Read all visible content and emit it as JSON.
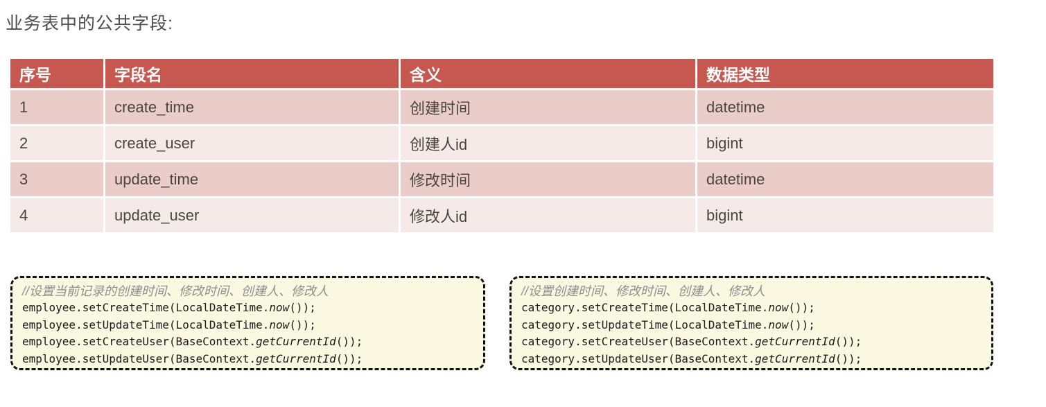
{
  "page": {
    "title": "业务表中的公共字段:"
  },
  "table": {
    "headers": [
      "序号",
      "字段名",
      "含义",
      "数据类型"
    ],
    "rows": [
      [
        "1",
        "create_time",
        "创建时间",
        "datetime"
      ],
      [
        "2",
        "create_user",
        "创建人id",
        "bigint"
      ],
      [
        "3",
        "update_time",
        "修改时间",
        "datetime"
      ],
      [
        "4",
        "update_user",
        "修改人id",
        "bigint"
      ]
    ],
    "colors": {
      "header_bg": "#c6584f",
      "header_text": "#ffffff",
      "row_odd_bg": "#eacdc9",
      "row_even_bg": "#f6eae8",
      "cell_text": "#4a4545"
    }
  },
  "code_boxes": [
    {
      "id": "employee-snippet",
      "comment": "//设置当前记录的创建时间、修改时间、创建人、修改人",
      "lines": [
        [
          {
            "t": "employee.setCreateTime(LocalDateTime."
          },
          {
            "t": "now",
            "i": true
          },
          {
            "t": "());"
          }
        ],
        [
          {
            "t": "employee.setUpdateTime(LocalDateTime."
          },
          {
            "t": "now",
            "i": true
          },
          {
            "t": "());"
          }
        ],
        [
          {
            "t": "employee.setCreateUser(BaseContext."
          },
          {
            "t": "getCurrentId",
            "i": true
          },
          {
            "t": "());"
          }
        ],
        [
          {
            "t": "employee.setUpdateUser(BaseContext."
          },
          {
            "t": "getCurrentId",
            "i": true
          },
          {
            "t": "());"
          }
        ]
      ]
    },
    {
      "id": "category-snippet",
      "comment": "//设置创建时间、修改时间、创建人、修改人",
      "lines": [
        [
          {
            "t": "category.setCreateTime(LocalDateTime."
          },
          {
            "t": "now",
            "i": true
          },
          {
            "t": "());"
          }
        ],
        [
          {
            "t": "category.setUpdateTime(LocalDateTime."
          },
          {
            "t": "now",
            "i": true
          },
          {
            "t": "());"
          }
        ],
        [
          {
            "t": "category.setCreateUser(BaseContext."
          },
          {
            "t": "getCurrentId",
            "i": true
          },
          {
            "t": "());"
          }
        ],
        [
          {
            "t": "category.setUpdateUser(BaseContext."
          },
          {
            "t": "getCurrentId",
            "i": true
          },
          {
            "t": "());"
          }
        ]
      ]
    }
  ],
  "colors": {
    "title_text": "#4d4d4d",
    "code_box_bg": "#faf8e1",
    "code_box_border": "#111111",
    "comment_text": "#8e8e8e",
    "code_text": "#1a1a1a"
  }
}
